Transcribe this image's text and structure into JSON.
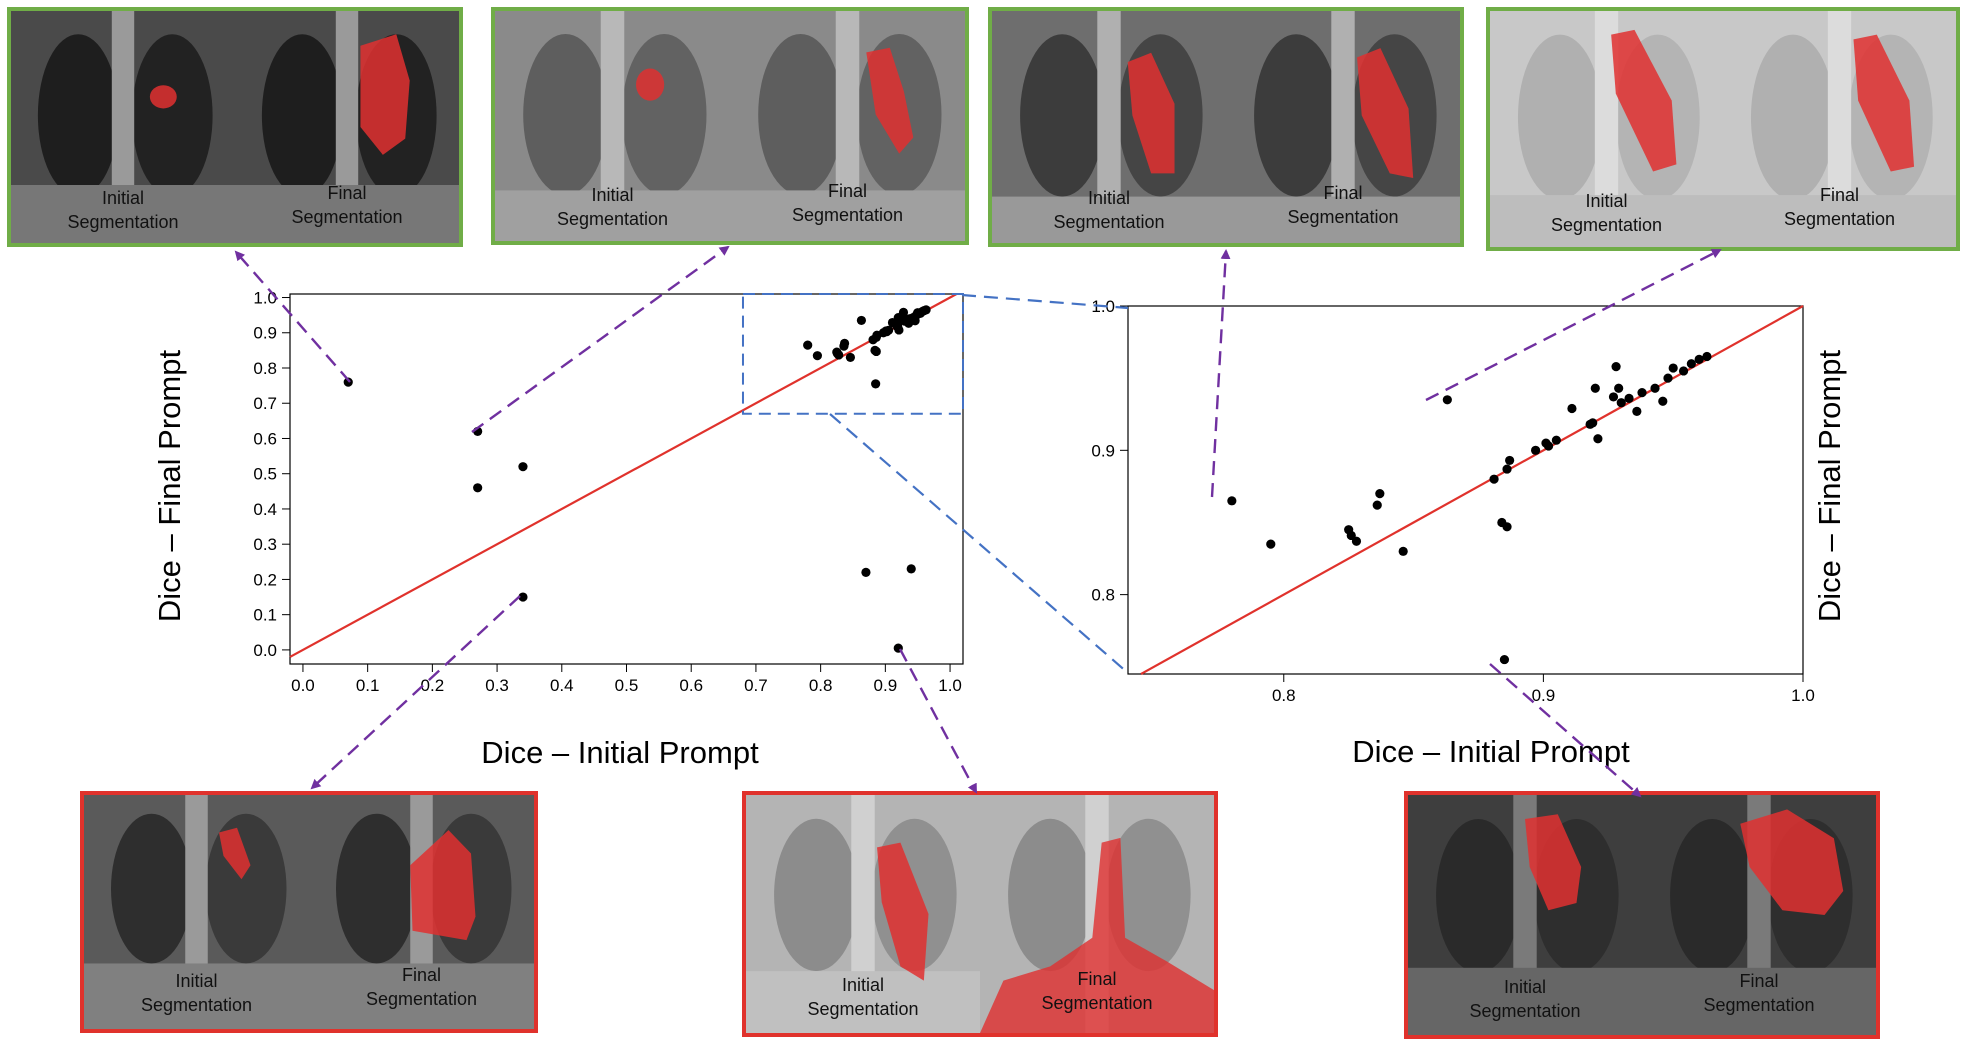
{
  "colors": {
    "good_border": "#70ad47",
    "bad_border": "#e0322c",
    "identity_line": "#e0322c",
    "arrow": "#7030a0",
    "zoom_connector": "#4472c4",
    "point": "#000000",
    "mask": "#e03030"
  },
  "panels": {
    "good": [
      {
        "initial_caption": [
          "Initial",
          "Segmentation"
        ],
        "final_caption": [
          "Final",
          "Segmentation"
        ]
      },
      {
        "initial_caption": [
          "Initial",
          "Segmentation"
        ],
        "final_caption": [
          "Final",
          "Segmentation"
        ]
      },
      {
        "initial_caption": [
          "Initial",
          "Segmentation"
        ],
        "final_caption": [
          "Final",
          "Segmentation"
        ]
      },
      {
        "initial_caption": [
          "Initial",
          "Segmentation"
        ],
        "final_caption": [
          "Final",
          "Segmentation"
        ]
      }
    ],
    "bad": [
      {
        "initial_caption": [
          "Initial",
          "Segmentation"
        ],
        "final_caption": [
          "Final",
          "Segmentation"
        ]
      },
      {
        "initial_caption": [
          "Initial",
          "Segmentation"
        ],
        "final_caption": [
          "Final",
          "Segmentation"
        ]
      },
      {
        "initial_caption": [
          "Initial",
          "Segmentation"
        ],
        "final_caption": [
          "Final",
          "Segmentation"
        ]
      }
    ]
  },
  "chart_data": [
    {
      "type": "scatter",
      "xlabel": "Dice – Initial Prompt",
      "ylabel": "Dice – Final Prompt",
      "xlim": [
        -0.02,
        1.02
      ],
      "ylim": [
        -0.04,
        1.01
      ],
      "xticks": [
        "0.0",
        "0.1",
        "0.2",
        "0.3",
        "0.4",
        "0.5",
        "0.6",
        "0.7",
        "0.8",
        "0.9",
        "1.0"
      ],
      "yticks": [
        "0.0",
        "0.1",
        "0.2",
        "0.3",
        "0.4",
        "0.5",
        "0.6",
        "0.7",
        "0.8",
        "0.9",
        "1.0"
      ],
      "reference_line": "y = x",
      "zoom_box": {
        "x": [
          0.68,
          1.02
        ],
        "y": [
          0.67,
          1.01
        ]
      },
      "points": [
        [
          0.07,
          0.76
        ],
        [
          0.27,
          0.62
        ],
        [
          0.27,
          0.46
        ],
        [
          0.34,
          0.52
        ],
        [
          0.34,
          0.15
        ],
        [
          0.87,
          0.22
        ],
        [
          0.94,
          0.23
        ],
        [
          0.92,
          0.005
        ],
        [
          0.885,
          0.755
        ],
        [
          0.78,
          0.865
        ],
        [
          0.795,
          0.835
        ],
        [
          0.825,
          0.845
        ],
        [
          0.826,
          0.841
        ],
        [
          0.828,
          0.837
        ],
        [
          0.836,
          0.862
        ],
        [
          0.837,
          0.87
        ],
        [
          0.846,
          0.83
        ],
        [
          0.863,
          0.935
        ],
        [
          0.881,
          0.88
        ],
        [
          0.884,
          0.85
        ],
        [
          0.886,
          0.847
        ],
        [
          0.886,
          0.887
        ],
        [
          0.887,
          0.893
        ],
        [
          0.897,
          0.9
        ],
        [
          0.901,
          0.905
        ],
        [
          0.902,
          0.903
        ],
        [
          0.905,
          0.907
        ],
        [
          0.911,
          0.929
        ],
        [
          0.918,
          0.918
        ],
        [
          0.919,
          0.919
        ],
        [
          0.92,
          0.943
        ],
        [
          0.921,
          0.908
        ],
        [
          0.927,
          0.937
        ],
        [
          0.928,
          0.958
        ],
        [
          0.929,
          0.943
        ],
        [
          0.93,
          0.933
        ],
        [
          0.933,
          0.936
        ],
        [
          0.936,
          0.927
        ],
        [
          0.938,
          0.94
        ],
        [
          0.943,
          0.943
        ],
        [
          0.946,
          0.934
        ],
        [
          0.948,
          0.95
        ],
        [
          0.95,
          0.957
        ],
        [
          0.954,
          0.955
        ],
        [
          0.957,
          0.96
        ],
        [
          0.96,
          0.963
        ],
        [
          0.963,
          0.965
        ]
      ]
    },
    {
      "type": "scatter",
      "xlabel": "Dice – Initial Prompt",
      "ylabel": "Dice – Final Prompt",
      "xlim": [
        0.74,
        1.0
      ],
      "ylim": [
        0.745,
        1.0
      ],
      "xticks": [
        "0.8",
        "0.9",
        "1.0"
      ],
      "yticks": [
        "0.8",
        "0.9",
        "1.0"
      ],
      "reference_line": "y = x",
      "points": [
        [
          0.78,
          0.865
        ],
        [
          0.795,
          0.835
        ],
        [
          0.825,
          0.845
        ],
        [
          0.826,
          0.841
        ],
        [
          0.828,
          0.837
        ],
        [
          0.836,
          0.862
        ],
        [
          0.837,
          0.87
        ],
        [
          0.846,
          0.83
        ],
        [
          0.863,
          0.935
        ],
        [
          0.881,
          0.88
        ],
        [
          0.884,
          0.85
        ],
        [
          0.886,
          0.847
        ],
        [
          0.886,
          0.887
        ],
        [
          0.887,
          0.893
        ],
        [
          0.897,
          0.9
        ],
        [
          0.901,
          0.905
        ],
        [
          0.902,
          0.903
        ],
        [
          0.905,
          0.907
        ],
        [
          0.911,
          0.929
        ],
        [
          0.918,
          0.918
        ],
        [
          0.919,
          0.919
        ],
        [
          0.92,
          0.943
        ],
        [
          0.921,
          0.908
        ],
        [
          0.927,
          0.937
        ],
        [
          0.928,
          0.958
        ],
        [
          0.929,
          0.943
        ],
        [
          0.93,
          0.933
        ],
        [
          0.933,
          0.936
        ],
        [
          0.936,
          0.927
        ],
        [
          0.938,
          0.94
        ],
        [
          0.943,
          0.943
        ],
        [
          0.946,
          0.934
        ],
        [
          0.948,
          0.95
        ],
        [
          0.95,
          0.957
        ],
        [
          0.954,
          0.955
        ],
        [
          0.957,
          0.96
        ],
        [
          0.96,
          0.963
        ],
        [
          0.963,
          0.965
        ],
        [
          0.885,
          0.755
        ]
      ]
    }
  ]
}
